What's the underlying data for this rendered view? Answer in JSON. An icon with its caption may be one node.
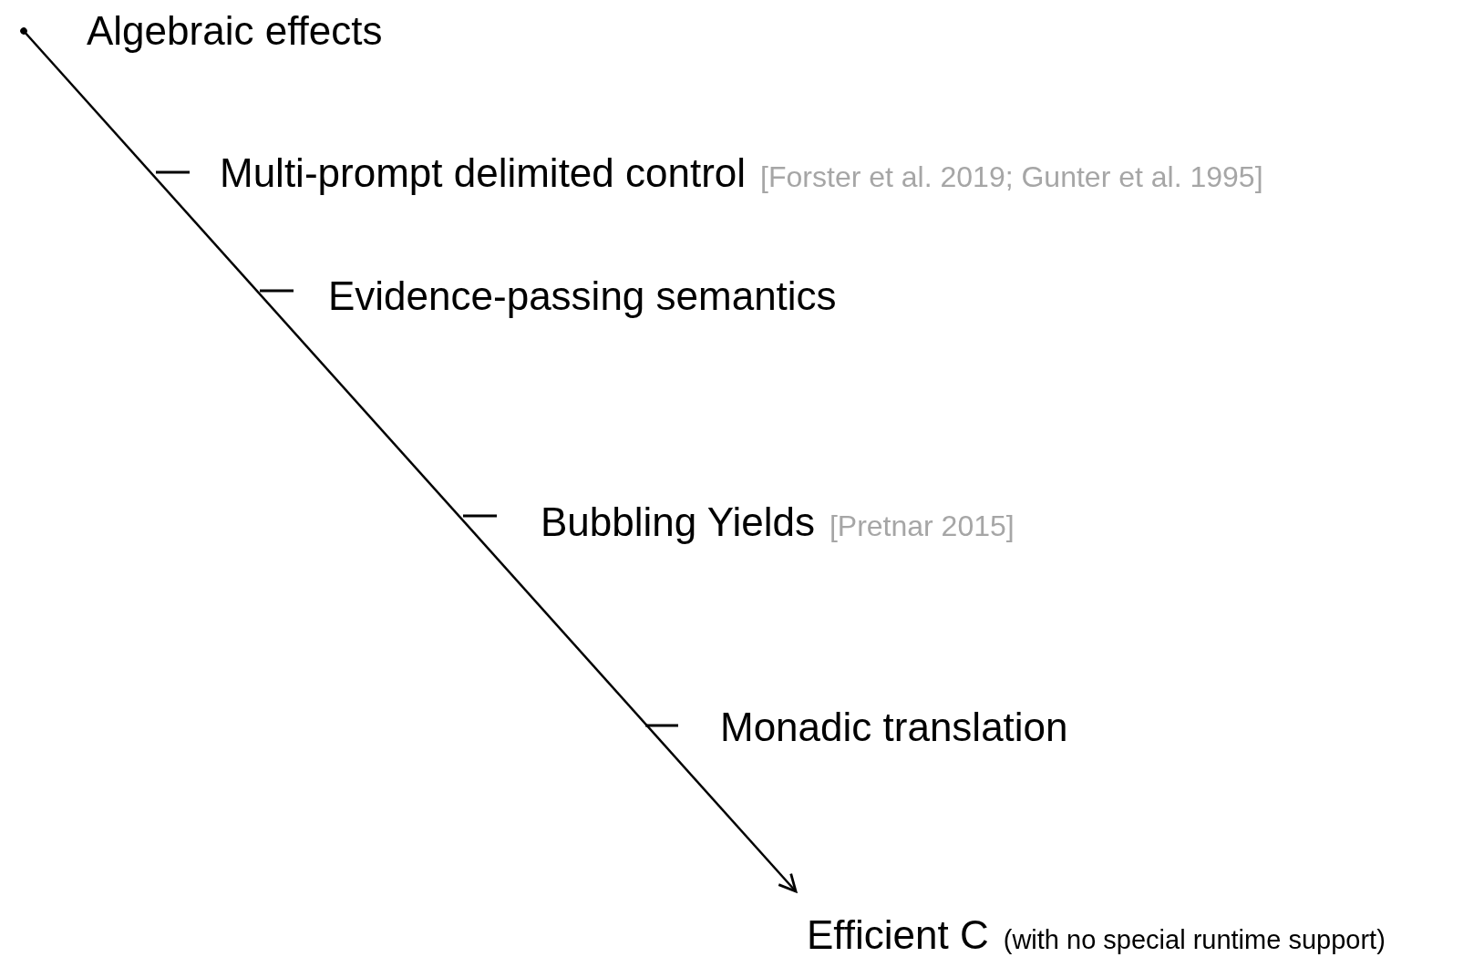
{
  "diagram": {
    "nodes": [
      {
        "text": [
          "Algebraic effects"
        ]
      },
      {
        "text": [
          "Multi-prompt delimited control"
        ],
        "beside": [
          "[Forster et al. 2019; Gunter et al. 1995]"
        ]
      },
      {
        "text": [
          "Evidence-passing semantics"
        ]
      },
      {
        "text": [
          "Bubbling Yields"
        ],
        "beside": [
          "[Pretnar 2015]"
        ]
      },
      {
        "text": [
          "Monadic translation"
        ]
      },
      {
        "text": [
          "Efficient C"
        ],
        "beside": [
          "(with no special runtime support)"
        ]
      }
    ],
    "edges": [
      {
        "from": 0,
        "to": 5,
        "arrow": "to"
      }
    ]
  }
}
